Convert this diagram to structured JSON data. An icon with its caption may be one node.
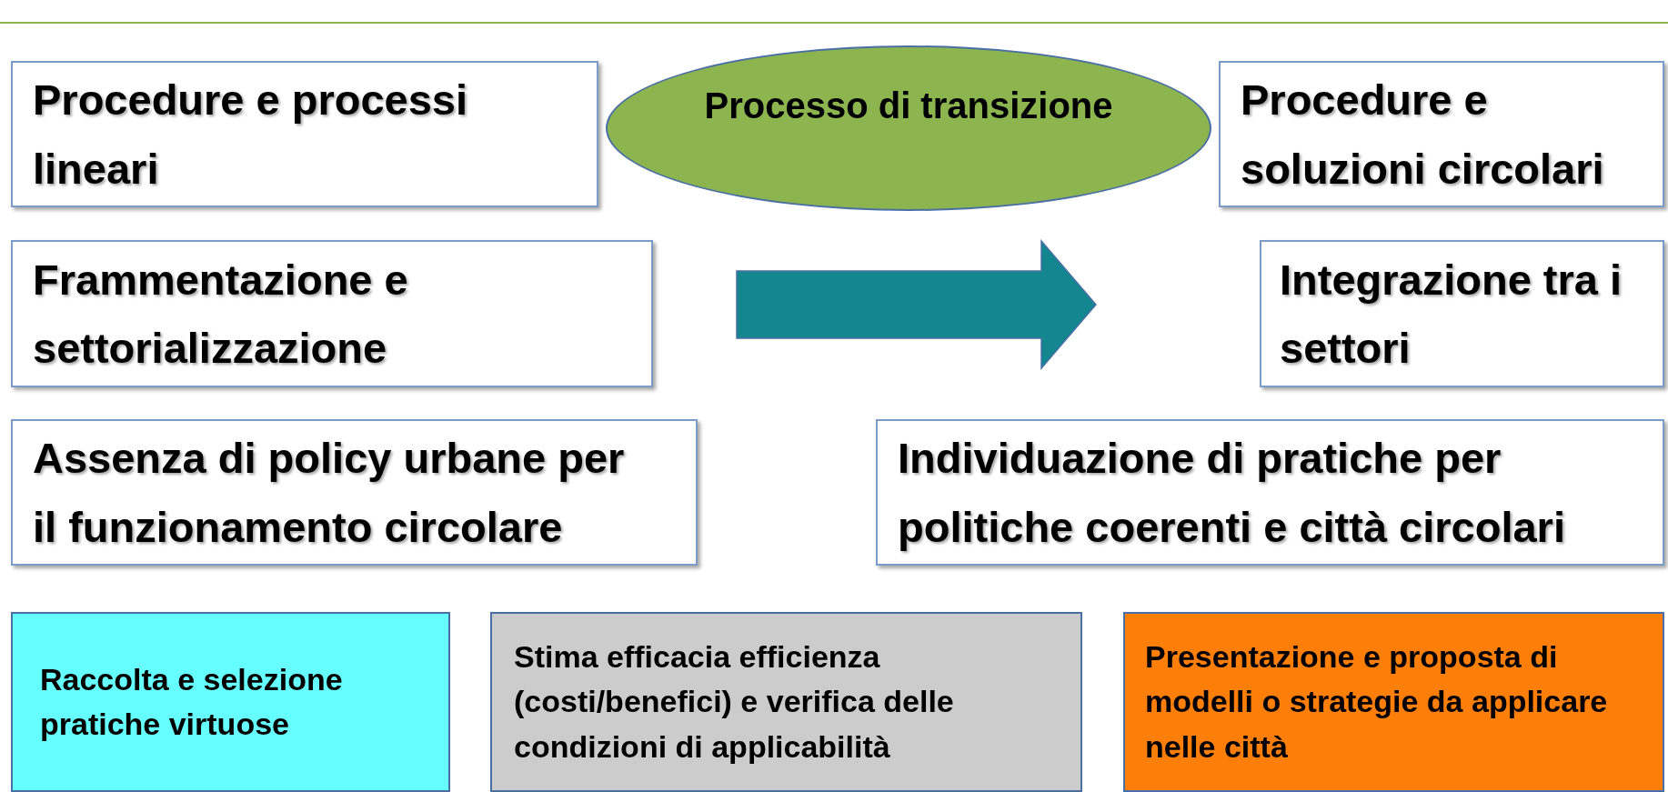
{
  "diagram": {
    "nodes": [
      {
        "text": [
          "Procedure e processi lineari"
        ]
      },
      {
        "text": [
          "Processo di transizione"
        ]
      },
      {
        "text": [
          "Procedure e soluzioni circolari"
        ]
      },
      {
        "text": [
          "Frammentazione e settorializzazione"
        ]
      },
      {
        "text": [
          "Integrazione tra i settori"
        ]
      },
      {
        "text": [
          "Assenza di policy urbane per il funzionamento circolare"
        ]
      },
      {
        "text": [
          "Individuazione di pratiche per politiche coerenti e città circolari"
        ]
      },
      {
        "text": [
          "Raccolta e selezione pratiche virtuose"
        ]
      },
      {
        "text": [
          "Stima efficacia efficienza (costi/benefici) e verifica delle condizioni di applicabilità"
        ]
      },
      {
        "text": [
          "Presentazione e proposta di modelli o strategie da applicare nelle città"
        ]
      }
    ],
    "edges": [
      {
        "from": 3,
        "to": 4,
        "arrow": "to",
        "style": "thick",
        "color": "#13868f"
      }
    ]
  }
}
